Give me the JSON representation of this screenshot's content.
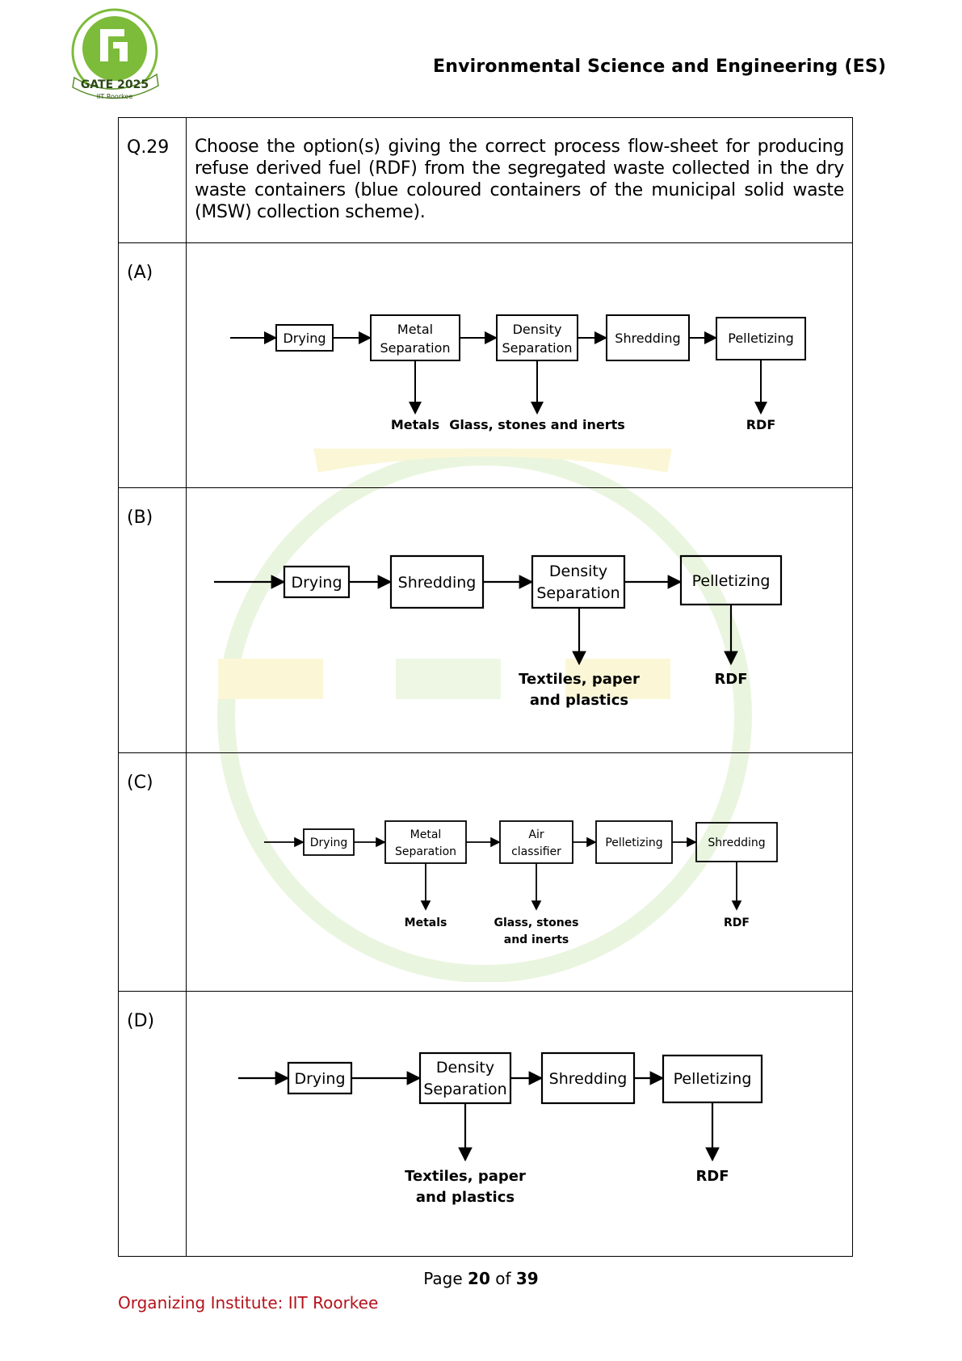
{
  "logo": {
    "text": "GATE 2025",
    "subtext": "IIT Roorkee"
  },
  "header": {
    "title": "Environmental Science and Engineering (ES)"
  },
  "question": {
    "number": "Q.29",
    "text": "Choose the option(s) giving the correct process flow-sheet for producing refuse derived fuel (RDF) from the segregated waste collected in the dry waste containers (blue coloured containers of the municipal solid waste (MSW) collection scheme)."
  },
  "options": [
    {
      "label": "(A)",
      "steps": [
        [
          "Drying"
        ],
        [
          "Metal",
          "Separation"
        ],
        [
          "Density",
          "Separation"
        ],
        [
          "Shredding"
        ],
        [
          "Pelletizing"
        ]
      ],
      "outputs": [
        [
          "Metals"
        ],
        [
          "Glass, stones and inerts"
        ],
        [
          "RDF"
        ]
      ]
    },
    {
      "label": "(B)",
      "steps": [
        [
          "Drying"
        ],
        [
          "Shredding"
        ],
        [
          "Density",
          "Separation"
        ],
        [
          "Pelletizing"
        ]
      ],
      "outputs": [
        [
          "Textiles, paper",
          "and plastics"
        ],
        [
          "RDF"
        ]
      ]
    },
    {
      "label": "(C)",
      "steps": [
        [
          "Drying"
        ],
        [
          "Metal",
          "Separation"
        ],
        [
          "Air",
          "classifier"
        ],
        [
          "Pelletizing"
        ],
        [
          "Shredding"
        ]
      ],
      "outputs": [
        [
          "Metals"
        ],
        [
          "Glass, stones",
          "and inerts"
        ],
        [
          "RDF"
        ]
      ]
    },
    {
      "label": "(D)",
      "steps": [
        [
          "Drying"
        ],
        [
          "Density",
          "Separation"
        ],
        [
          "Shredding"
        ],
        [
          "Pelletizing"
        ]
      ],
      "outputs": [
        [
          "Textiles, paper",
          "and plastics"
        ],
        [
          "RDF"
        ]
      ]
    }
  ],
  "page": {
    "prefix": "Page",
    "current": "20",
    "of": "of",
    "total": "39"
  },
  "footer": {
    "text": "Organizing Institute: IIT Roorkee"
  },
  "colors": {
    "logo_green": "#7dbb3b",
    "watermark_green": "#e6f3da",
    "watermark_yellow": "#fbf6cf",
    "footer_red": "#b5121b"
  }
}
